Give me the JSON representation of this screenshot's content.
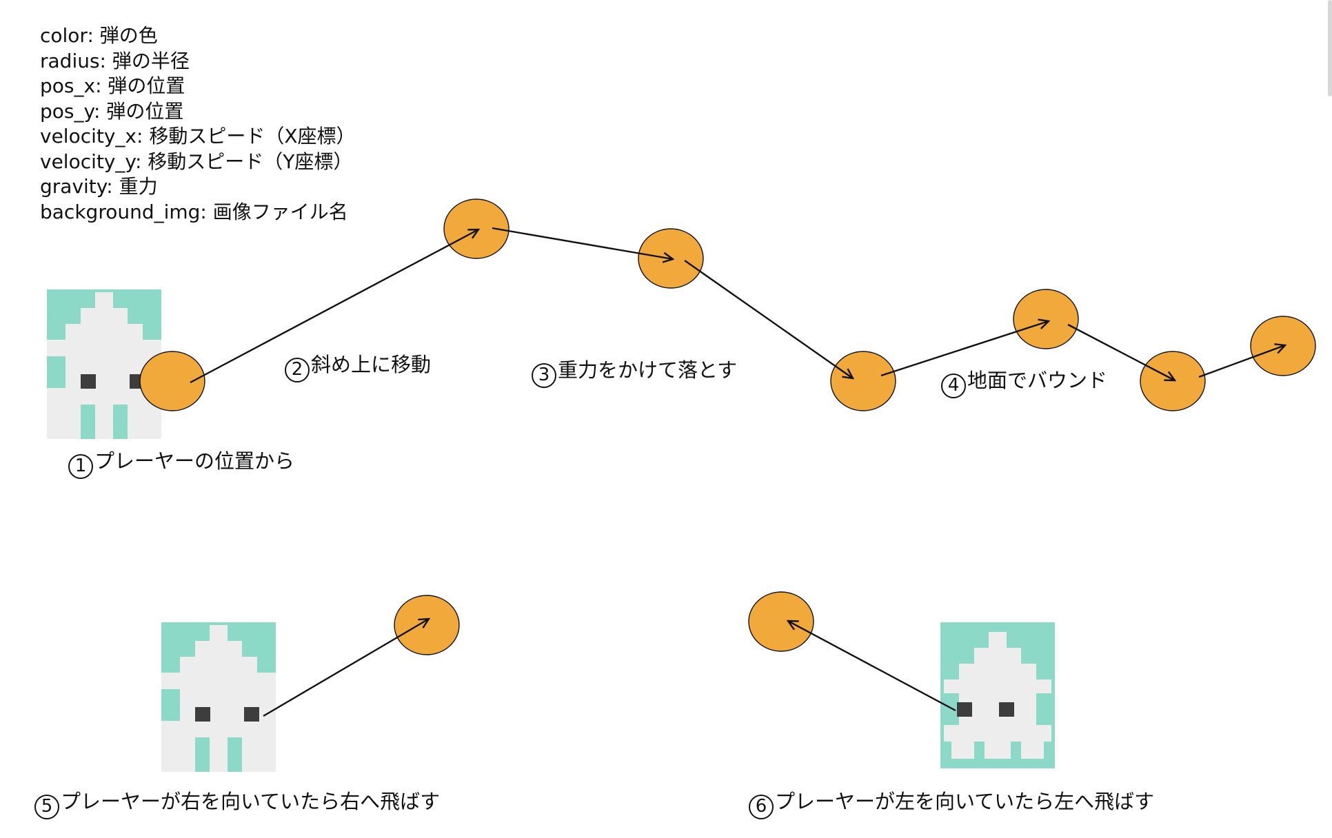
{
  "properties": [
    "color: 弾の色",
    "radius: 弾の半径",
    "pos_x: 弾の位置",
    "pos_y: 弾の位置",
    "velocity_x: 移動スピード（X座標）",
    "velocity_y: 移動スピード（Y座標）",
    "gravity: 重力",
    "background_img: 画像ファイル名"
  ],
  "steps": [
    {
      "num": "1",
      "text": "プレーヤーの位置から"
    },
    {
      "num": "2",
      "text": "斜め上に移動"
    },
    {
      "num": "3",
      "text": "重力をかけて落とす"
    },
    {
      "num": "4",
      "text": "地面でバウンド"
    },
    {
      "num": "5",
      "text": "プレーヤーが右を向いていたら右へ飛ばす"
    },
    {
      "num": "6",
      "text": "プレーヤーが左を向いていたら左へ飛ばす"
    }
  ],
  "colors": {
    "bullet": "#F0A93A",
    "player_bg": "#8DD9C8",
    "player_body": "#EDEDED",
    "player_eye": "#3D3D3D",
    "arrow": "#111111"
  },
  "icons": [
    "player-sprite",
    "bullet-circle",
    "arrow"
  ]
}
